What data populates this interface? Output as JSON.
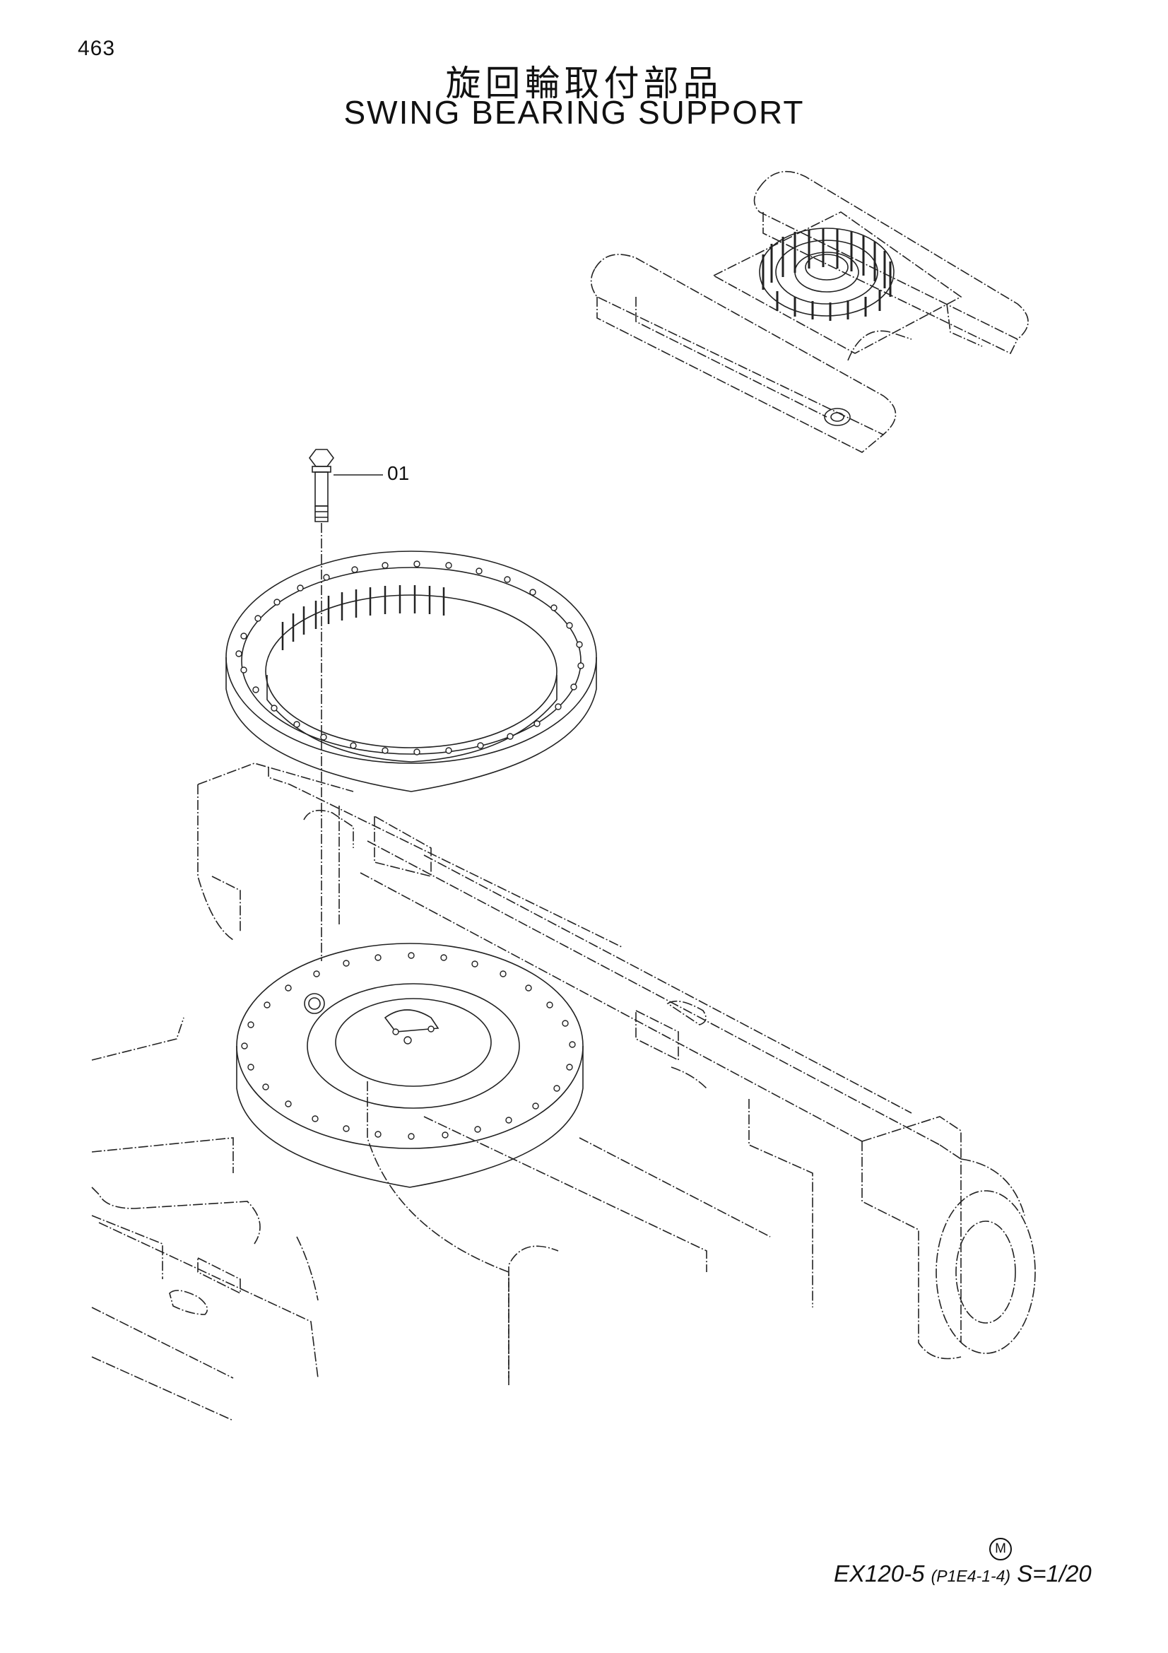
{
  "page_number": "463",
  "title_jp": "旋回輪取付部品",
  "title_en": "SWING BEARING SUPPORT",
  "callouts": [
    {
      "label": "01"
    }
  ],
  "footer": {
    "mark": "M",
    "model": "EX120-5",
    "code": "(P1E4-1-4)",
    "scale": "S=1/20"
  }
}
